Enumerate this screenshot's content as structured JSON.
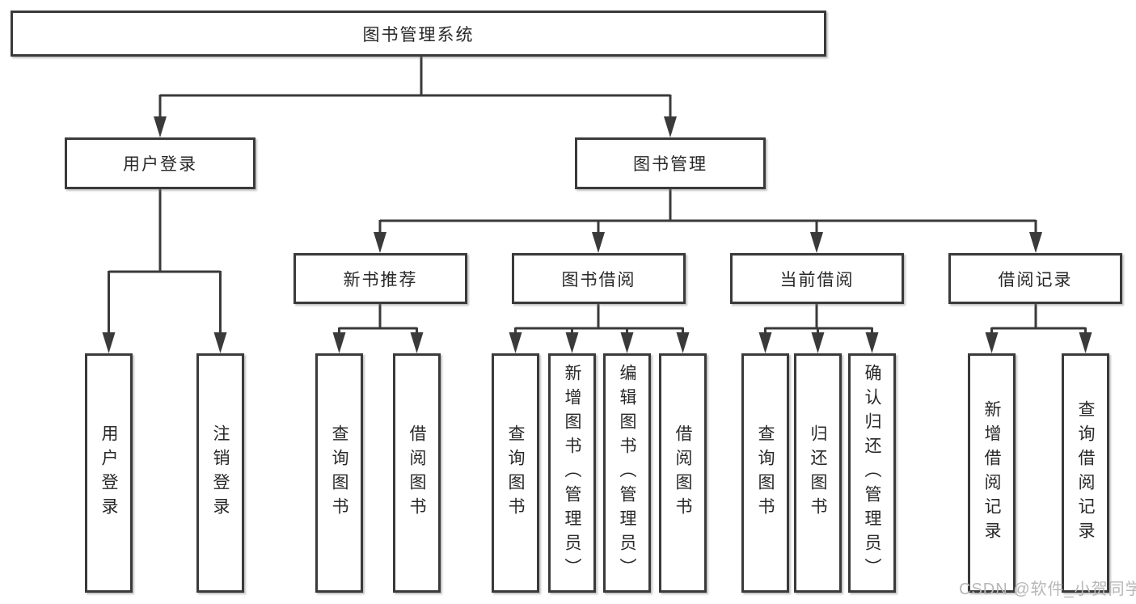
{
  "diagram": {
    "root": {
      "label": "图书管理系统"
    },
    "level2": {
      "user_login": {
        "label": "用户登录"
      },
      "book_management": {
        "label": "图书管理"
      }
    },
    "level3": {
      "new_book_recommend": {
        "label": "新书推荐"
      },
      "book_borrow": {
        "label": "图书借阅"
      },
      "current_borrow": {
        "label": "当前借阅"
      },
      "borrow_records": {
        "label": "借阅记录"
      }
    },
    "leaves": {
      "user_login": [
        "用户登录",
        "注销登录"
      ],
      "new_book_recommend": [
        "查询图书",
        "借阅图书"
      ],
      "book_borrow": [
        "查询图书",
        "新增图书（管理员）",
        "编辑图书（管理员）",
        "借阅图书"
      ],
      "current_borrow": [
        "查询图书",
        "归还图书",
        "确认归还（管理员）"
      ],
      "borrow_records": [
        "新增借阅记录",
        "查询借阅记录"
      ]
    },
    "watermark": "CSDN @软件_小贺同学",
    "colors": {
      "line": "#3a3a3a",
      "box_border": "#3a3a3a",
      "text": "#282828",
      "watermark": "#b7b7b7",
      "background": "#ffffff"
    }
  }
}
